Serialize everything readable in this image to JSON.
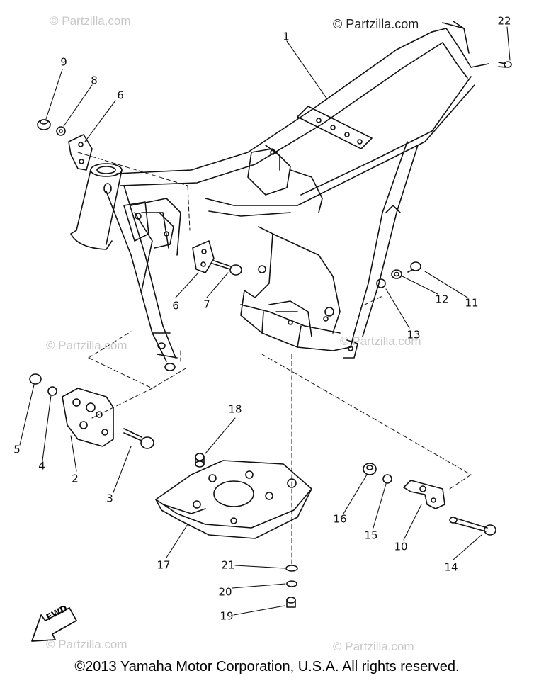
{
  "diagram": {
    "watermark_main": "© Partzilla.com",
    "watermark_faint": "© Partzilla.com",
    "copyright": "©2013  Yamaha Motor Corporation, U.S.A. All rights reserved.",
    "fwd_label": "FWD",
    "callouts": {
      "c1": "1",
      "c2": "2",
      "c3": "3",
      "c4": "4",
      "c5": "5",
      "c6a": "6",
      "c6b": "6",
      "c7": "7",
      "c8": "8",
      "c9": "9",
      "c10": "10",
      "c11": "11",
      "c12": "12",
      "c13": "13",
      "c14": "14",
      "c15": "15",
      "c16": "16",
      "c17": "17",
      "c18": "18",
      "c19": "19",
      "c20": "20",
      "c21": "21",
      "c22": "22"
    }
  }
}
